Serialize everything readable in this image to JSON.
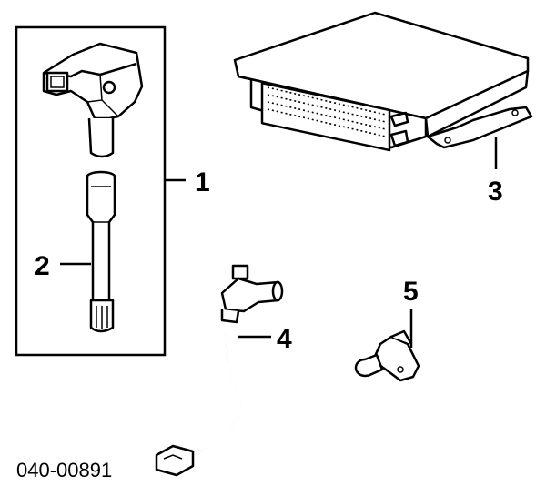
{
  "callouts": {
    "c1": "1",
    "c2": "2",
    "c3": "3",
    "c4": "4",
    "c5": "5"
  },
  "document_number": "040-00891"
}
